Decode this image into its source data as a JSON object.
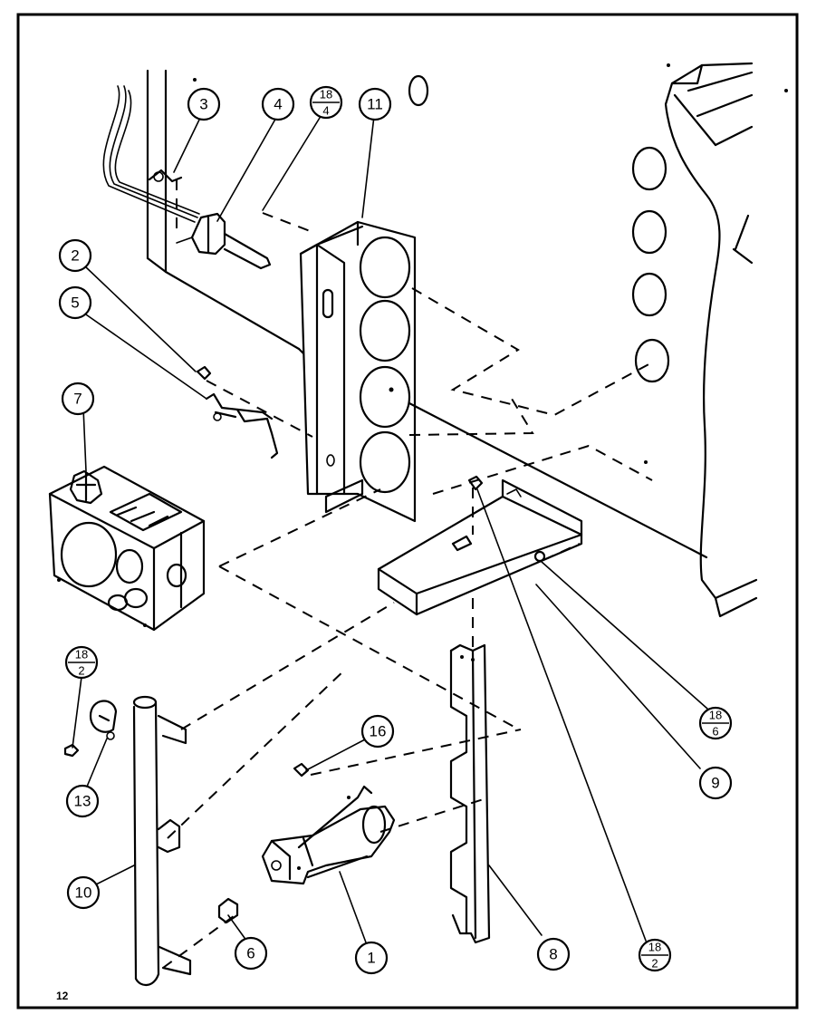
{
  "page_number": "12",
  "callouts": {
    "c1": "1",
    "c2": "2",
    "c3": "3",
    "c4": "4",
    "c5": "5",
    "c6": "6",
    "c7": "7",
    "c8": "8",
    "c9": "9",
    "c10": "10",
    "c11": "11",
    "c13": "13",
    "c16": "16"
  },
  "fraction_callouts": {
    "f18_4": {
      "top": "18",
      "bottom": "4"
    },
    "f18_2_left": {
      "top": "18",
      "bottom": "2"
    },
    "f18_6": {
      "top": "18",
      "bottom": "6"
    },
    "f18_2_bottom": {
      "top": "18",
      "bottom": "2"
    }
  }
}
